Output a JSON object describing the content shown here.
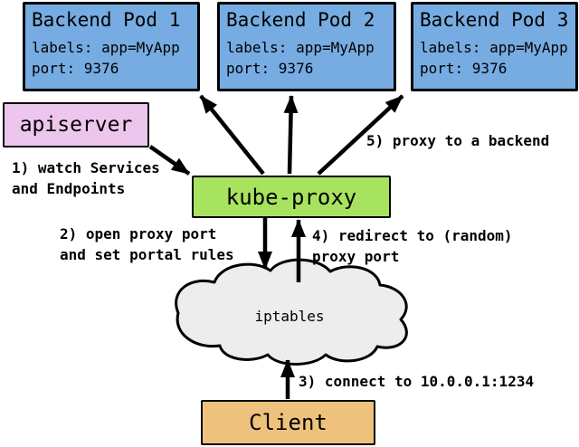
{
  "diagram": {
    "pods": [
      {
        "title": "Backend Pod 1",
        "labels": "labels: app=MyApp",
        "port": "port: 9376"
      },
      {
        "title": "Backend Pod 2",
        "labels": "labels: app=MyApp",
        "port": "port: 9376"
      },
      {
        "title": "Backend Pod 3",
        "labels": "labels: app=MyApp",
        "port": "port: 9376"
      }
    ],
    "apiserver_label": "apiserver",
    "kube_proxy_label": "kube-proxy",
    "iptables_label": "iptables",
    "client_label": "Client",
    "annotations": {
      "step1": [
        "1) watch Services",
        "and Endpoints"
      ],
      "step2": [
        "2) open proxy port",
        "and set portal rules"
      ],
      "step3": [
        "3) connect to 10.0.0.1:1234"
      ],
      "step4": [
        "4) redirect to (random)",
        "proxy port"
      ],
      "step5": [
        "5) proxy to a backend"
      ]
    },
    "colors": {
      "pod_fill": "#76ace2",
      "apiserver_fill": "#edc6ed",
      "kube_proxy_fill": "#a8e35f",
      "client_fill": "#eec27d",
      "cloud_fill": "#ededed",
      "outline": "#000000",
      "background": "#ffffff"
    }
  }
}
